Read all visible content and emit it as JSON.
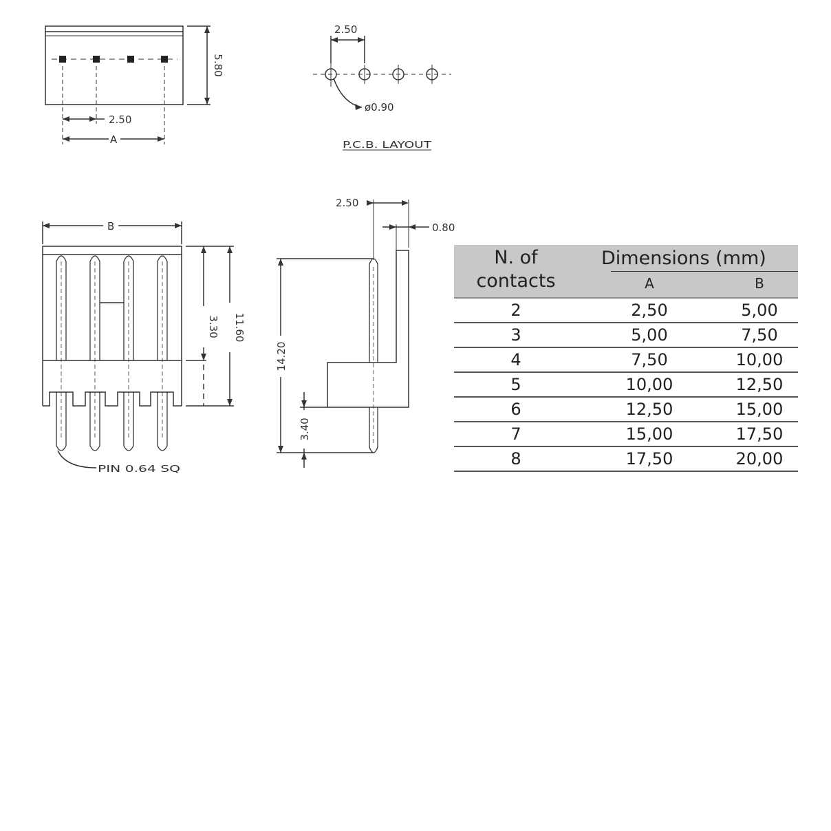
{
  "top_view": {
    "dim_height": "5.80",
    "dim_pitch": "2.50",
    "dim_a": "A"
  },
  "pcb_layout": {
    "dim_pitch": "2.50",
    "dim_hole": "ø0.90",
    "title": "P.C.B. LAYOUT"
  },
  "front_view": {
    "dim_b": "B",
    "dim_330": "3.30",
    "dim_1160": "11.60",
    "pin_note": "PIN 0.64 SQ"
  },
  "side_view": {
    "dim_pitch": "2.50",
    "dim_080": "0.80",
    "dim_1420": "14.20",
    "dim_340": "3.40"
  },
  "table": {
    "header_contacts": "N. of contacts",
    "header_dimensions": "Dimensions (mm)",
    "header_a": "A",
    "header_b": "B",
    "rows": [
      {
        "contacts": "2",
        "a": "2,50",
        "b": "5,00"
      },
      {
        "contacts": "3",
        "a": "5,00",
        "b": "7,50"
      },
      {
        "contacts": "4",
        "a": "7,50",
        "b": "10,00"
      },
      {
        "contacts": "5",
        "a": "10,00",
        "b": "12,50"
      },
      {
        "contacts": "6",
        "a": "12,50",
        "b": "15,00"
      },
      {
        "contacts": "7",
        "a": "15,00",
        "b": "17,50"
      },
      {
        "contacts": "8",
        "a": "17,50",
        "b": "20,00"
      }
    ]
  }
}
